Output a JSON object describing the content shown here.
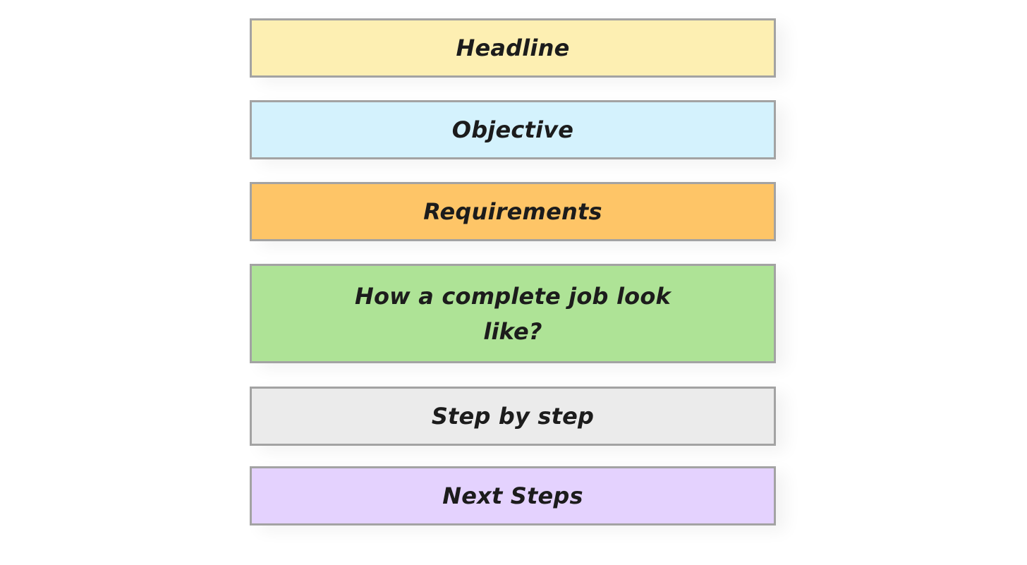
{
  "sections": [
    {
      "label": "Headline",
      "color": "#fdefb2"
    },
    {
      "label": "Objective",
      "color": "#d4f2fd"
    },
    {
      "label": "Requirements",
      "color": "#fec567"
    },
    {
      "label": "How a complete job look\nlike?",
      "color": "#aee396"
    },
    {
      "label": "Step by step",
      "color": "#ebebeb"
    },
    {
      "label": "Next Steps",
      "color": "#e4d2fe"
    }
  ]
}
